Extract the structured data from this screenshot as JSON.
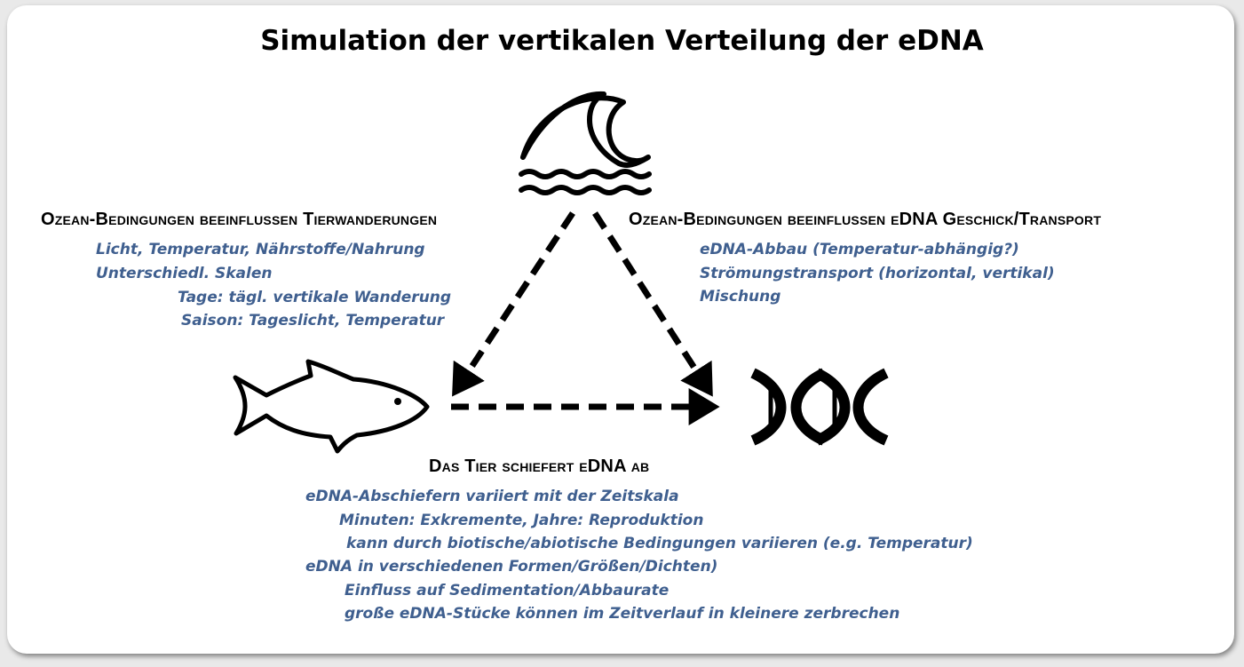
{
  "title": "Simulation der vertikalen Verteilung der eDNA",
  "nodes": {
    "ocean": {
      "icon": "wave-icon"
    },
    "animal": {
      "icon": "fish-icon"
    },
    "edna": {
      "icon": "dna-icon"
    }
  },
  "left_block": {
    "heading": "Ozean-Bedingungen beeinflussen Tierwanderungen",
    "lines": [
      "Licht, Temperatur, Nährstoffe/Nahrung",
      "Unterschiedl. Skalen",
      "Tage: tägl. vertikale  Wanderung",
      "Saison: Tageslicht, Temperatur"
    ]
  },
  "right_block": {
    "heading": "Ozean-Bedingungen beeinflussen eDNA Geschick/Transport",
    "lines": [
      "eDNA-Abbau (Temperatur-abhängig?)",
      "Strömungstransport (horizontal, vertikal)",
      "Mischung"
    ]
  },
  "bottom_block": {
    "heading": "Das Tier schiefert eDNA ab",
    "lines": [
      "eDNA-Abschiefern variiert mit der Zeitskala",
      "Minuten: Exkremente, Jahre: Reproduktion",
      "kann durch biotische/abiotische Bedingungen variieren (e.g. Temperatur)",
      "eDNA in verschiedenen Formen/Größen/Dichten)",
      "Einfluss auf Sedimentation/Abbaurate",
      "große eDNA-Stücke können im Zeitverlauf in kleinere zerbrechen"
    ]
  },
  "colors": {
    "note_text": "#3f5f8f",
    "heading_text": "#000000",
    "arrow": "#000000"
  }
}
